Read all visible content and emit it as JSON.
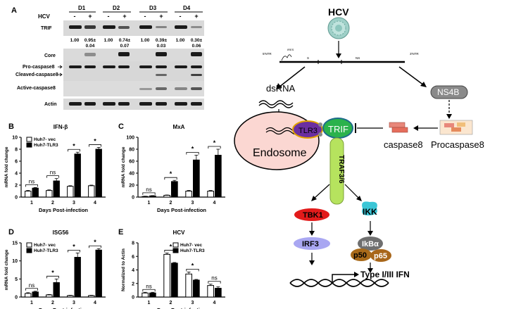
{
  "panel_a": {
    "letter": "A",
    "days": [
      "D1",
      "D2",
      "D3",
      "D4"
    ],
    "hcv_label": "HCV",
    "hcv_signs": [
      "-",
      "+",
      "-",
      "+",
      "-",
      "+",
      "-",
      "+"
    ],
    "rows": [
      "TRIF",
      "Core",
      "Pro-caspase8",
      "Cleaved-caspase8",
      "Active-caspase8",
      "Actin"
    ],
    "quant_top": [
      "1.00",
      "0.95±",
      "1.00",
      "0.74±",
      "1.00",
      "0.39±",
      "1.00",
      "0.30±"
    ],
    "quant_sd": [
      "0.04",
      "0.07",
      "0.03",
      "0.06"
    ]
  },
  "legend_a": {
    "vec": "Huh7- vec",
    "tlr3": "Huh7-TLR3"
  },
  "legend_b": {
    "vec": "Huh7- vec",
    "tlr3": "Huh7-TLR3"
  },
  "ylabel_fold": "mRNA fold change",
  "ylabel_norm": "Normalized to Actin",
  "xlabel_days": "Days Post-infection",
  "sig_ns": "ns",
  "sig_star": "*",
  "chart_data": [
    {
      "id": "B",
      "type": "bar",
      "title": "IFN-β",
      "ylim": [
        0,
        10
      ],
      "yticks": [
        "0",
        "2",
        "4",
        "6",
        "8",
        "10"
      ],
      "categories": [
        "1",
        "2",
        "3",
        "4"
      ],
      "series": [
        {
          "name": "Huh7- vec",
          "values": [
            1.0,
            1.1,
            1.8,
            1.9
          ],
          "err": [
            0.1,
            0.1,
            0.1,
            0.1
          ]
        },
        {
          "name": "Huh7-TLR3",
          "values": [
            1.5,
            2.7,
            7.2,
            8.0
          ],
          "err": [
            0.1,
            0.4,
            0.3,
            0.3
          ]
        }
      ],
      "annotations": [
        "ns",
        "ns",
        "*",
        "*"
      ],
      "legend": "top-left"
    },
    {
      "id": "C",
      "type": "bar",
      "title": "MxA",
      "ylim": [
        0,
        100
      ],
      "yticks": [
        "0",
        "20",
        "40",
        "60",
        "80",
        "100"
      ],
      "categories": [
        "1",
        "2",
        "3",
        "4"
      ],
      "series": [
        {
          "name": "Huh7- vec",
          "values": [
            1,
            3,
            10,
            10
          ],
          "err": [
            0.5,
            0.5,
            1,
            1
          ]
        },
        {
          "name": "Huh7-TLR3",
          "values": [
            2,
            26,
            62,
            70
          ],
          "err": [
            0.5,
            2,
            8,
            10
          ]
        }
      ],
      "annotations": [
        "ns",
        "*",
        "*",
        "*"
      ]
    },
    {
      "id": "D",
      "type": "bar",
      "title": "ISG56",
      "ylim": [
        0,
        15
      ],
      "yticks": [
        "0",
        "5",
        "10",
        "15"
      ],
      "categories": [
        "1",
        "2",
        "3",
        "4"
      ],
      "series": [
        {
          "name": "Huh7- vec",
          "values": [
            1.0,
            0.6,
            0.4,
            0.4
          ],
          "err": [
            0.2,
            0.1,
            0.1,
            0.1
          ]
        },
        {
          "name": "Huh7-TLR3",
          "values": [
            1.4,
            4.0,
            11.0,
            13.0
          ],
          "err": [
            0.2,
            1.0,
            1.2,
            0.4
          ]
        }
      ],
      "annotations": [
        "ns",
        "*",
        "*",
        "*"
      ],
      "legend": "top-left"
    },
    {
      "id": "E",
      "type": "bar",
      "title": "HCV",
      "ylim": [
        0,
        8
      ],
      "yticks": [
        "0",
        "2",
        "4",
        "6",
        "8"
      ],
      "categories": [
        "1",
        "2",
        "3",
        "4"
      ],
      "series": [
        {
          "name": "Huh7- vec",
          "values": [
            0.6,
            6.3,
            3.4,
            1.7
          ],
          "err": [
            0.1,
            0.2,
            0.3,
            0.2
          ]
        },
        {
          "name": "Huh7-TLR3",
          "values": [
            0.6,
            5.0,
            2.5,
            1.3
          ],
          "err": [
            0.1,
            0.1,
            0.1,
            0.2
          ]
        }
      ],
      "annotations": [
        "ns",
        "*",
        "*",
        "ns"
      ],
      "legend": "top-right"
    }
  ],
  "diagram": {
    "hcv": "HCV",
    "genome_5utr": "5'NTR",
    "genome_3utr": "3'NTR",
    "genome_s": "S",
    "genome_ns": "NS",
    "genome_ires": "IRES",
    "dsrna": "dsRNA",
    "ns4b": "NS4B",
    "tlr3": "TLR3",
    "trif": "TRIF",
    "endosome": "Endosome",
    "traf": "TRAF3/6",
    "caspase8": "caspase8",
    "procaspase8": "Procaspase8",
    "tbk1": "TBK1",
    "ikk": "IKK",
    "irf3": "IRF3",
    "ikba": "IkBα",
    "p50": "p50",
    "p65": "p65",
    "ifn": "Type I/III IFN",
    "colors": {
      "tbk1": "#e21b1b",
      "irf3": "#a9a7f2",
      "ikk": "#3bc6d6",
      "ikba": "#6f6f6f",
      "p50": "#a86a1a",
      "p65": "#a8661a",
      "traf": "#b6e35e",
      "trif": "#2bb24c",
      "tlr3": "#6b2fa0",
      "endosome": "#fbd7d2",
      "ns4b": "#8a8a8a"
    }
  }
}
